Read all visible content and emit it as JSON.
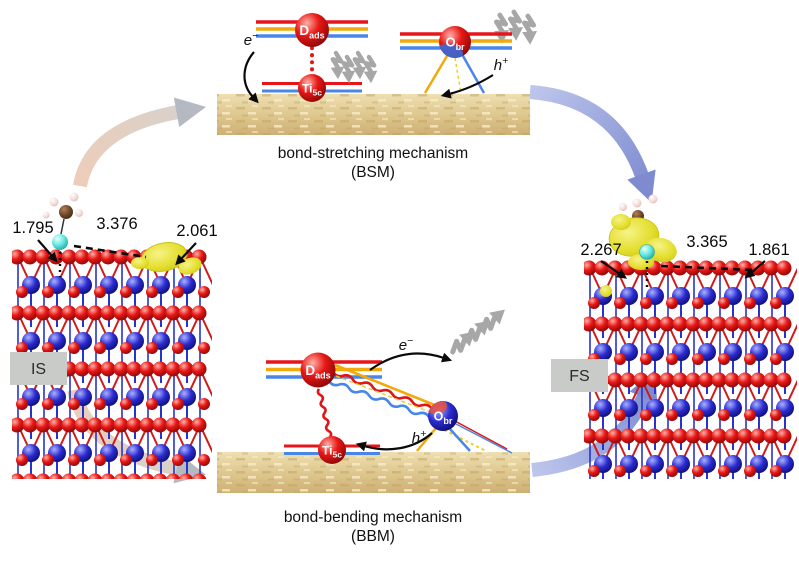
{
  "mechanisms": {
    "bsm": {
      "title": "bond-stretching mechanism",
      "abbr": "(BSM)",
      "atoms": {
        "d_ads": {
          "symbol": "D",
          "sub": "ads"
        },
        "ti_5c": {
          "symbol": "Ti",
          "sub": "5c"
        },
        "o_br": {
          "symbol": "O",
          "sub": "br"
        }
      }
    },
    "bbm": {
      "title": "bond-bending mechanism",
      "abbr": "(BBM)",
      "atoms": {
        "d_ads": {
          "symbol": "D",
          "sub": "ads"
        },
        "ti_5c": {
          "symbol": "Ti",
          "sub": "5c"
        },
        "o_br": {
          "symbol": "O",
          "sub": "br"
        }
      }
    }
  },
  "particles": {
    "electron_base": "e",
    "electron_sup": "−",
    "hole_base": "h",
    "hole_sup": "+"
  },
  "states": {
    "initial": {
      "label": "IS",
      "distances": [
        "1.795",
        "3.376",
        "2.061"
      ]
    },
    "final": {
      "label": "FS",
      "distances": [
        "2.267",
        "3.365",
        "1.861"
      ]
    }
  },
  "colors": {
    "surface_tan": "#e2cb95",
    "oxygen_red": "#e01515",
    "titanium_blue": "#2828c8",
    "isosurface_yellow": "#e8e23c",
    "stripe_yellow": "#f2a90a",
    "stripe_blue": "#4a86e8",
    "arrow_pink": "#edcdb9",
    "arrow_blue": "#8491d2",
    "phonon_gray": "#a7a7a7",
    "state_box_gray": "#c9cbc9"
  }
}
